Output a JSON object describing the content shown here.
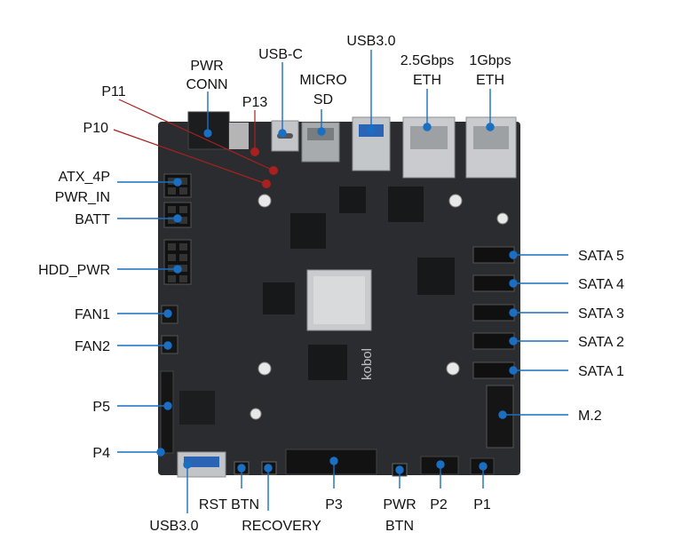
{
  "colors": {
    "board": "#2a2c2f",
    "board_edge": "#1b1c1e",
    "callout_blue": "#1a6fc2",
    "callout_red": "#a82020",
    "connector_gray": "#b9bcc0",
    "heatsink": "#c9cbce",
    "chip_dark": "#17181a"
  },
  "board": {
    "logo_text": "kobol"
  },
  "labels": {
    "pwr_conn": [
      "PWR",
      "CONN"
    ],
    "usb_c": "USB-C",
    "usb30_top": "USB3.0",
    "micro_sd": [
      "MICRO",
      "SD"
    ],
    "eth_25": [
      "2.5Gbps",
      "ETH"
    ],
    "eth_1": [
      "1Gbps",
      "ETH"
    ],
    "p11": "P11",
    "p13": "P13",
    "p10": "P10",
    "atx": [
      "ATX_4P",
      "PWR_IN"
    ],
    "batt": "BATT",
    "hdd_pwr": "HDD_PWR",
    "fan1": "FAN1",
    "fan2": "FAN2",
    "p5": "P5",
    "p4": "P4",
    "sata5": "SATA 5",
    "sata4": "SATA 4",
    "sata3": "SATA 3",
    "sata2": "SATA 2",
    "sata1": "SATA 1",
    "m2": "M.2",
    "usb30_bottom": "USB3.0",
    "rst_btn": "RST BTN",
    "recovery": "RECOVERY",
    "p3": "P3",
    "pwr_btn": [
      "PWR",
      "BTN"
    ],
    "p2": "P2",
    "p1": "P1"
  }
}
